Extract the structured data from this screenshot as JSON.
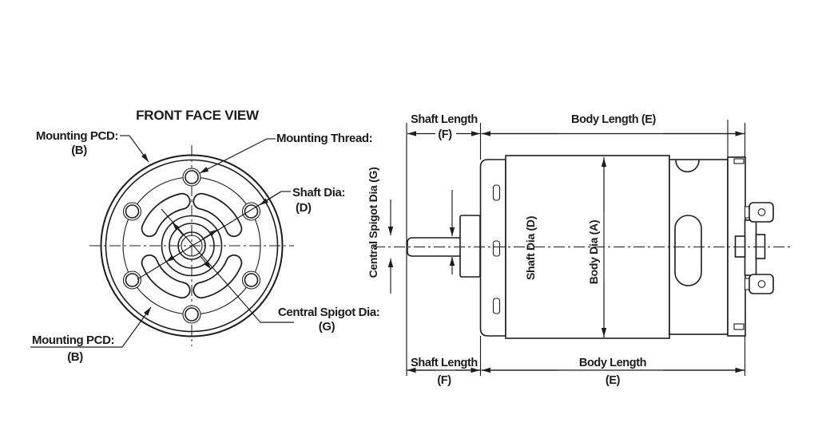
{
  "front_view": {
    "title": "FRONT FACE VIEW",
    "labels": {
      "mounting_pcd_top_1": "Mounting PCD:",
      "mounting_pcd_top_2": "(B)",
      "mounting_thread": "Mounting Thread:",
      "shaft_dia_1": "Shaft Dia:",
      "shaft_dia_2": "(D)",
      "central_spigot_1": "Central Spigot Dia:",
      "central_spigot_2": "(G)",
      "mounting_pcd_bottom_1": "Mounting PCD:",
      "mounting_pcd_bottom_2": "(B)"
    }
  },
  "side_view": {
    "labels": {
      "shaft_length_top": "Shaft Length",
      "shaft_length_top_ref": "(F)",
      "body_length_top": "Body Length (E)",
      "central_spigot_dia": "Central Spigot Dia (G)",
      "shaft_dia": "Shaft Dia (D)",
      "body_dia": "Body Dia (A)",
      "shaft_length_bottom": "Shaft Length",
      "shaft_length_bottom_ref": "(F)",
      "body_length_bottom": "Body Length",
      "body_length_bottom_ref": "(E)"
    }
  },
  "colors": {
    "line": "#1c1c1c",
    "background": "#ffffff"
  }
}
